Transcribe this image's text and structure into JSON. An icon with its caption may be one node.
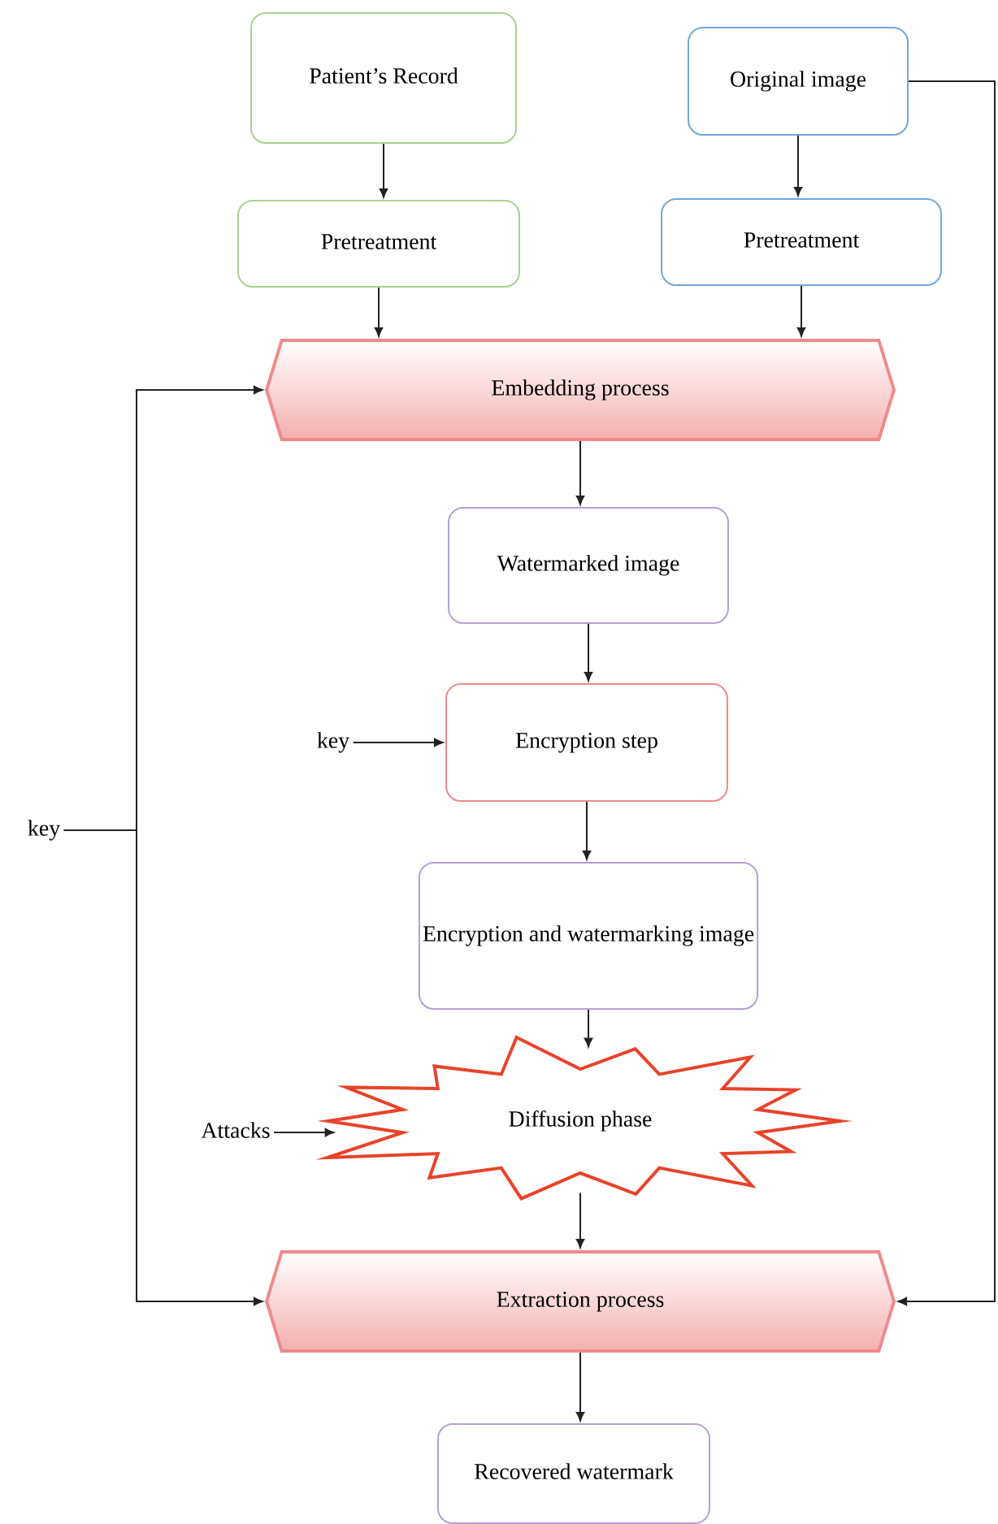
{
  "diagram": {
    "nodes": [
      {
        "text": [
          "Patient’s Record"
        ]
      },
      {
        "text": [
          "Pretreatment"
        ]
      },
      {
        "text": [
          "Original image"
        ]
      },
      {
        "text": [
          "Pretreatment"
        ]
      },
      {
        "text": [
          "Embedding process"
        ]
      },
      {
        "text": [
          "Watermarked image"
        ]
      },
      {
        "text": [
          "key"
        ]
      },
      {
        "text": [
          "Encryption step"
        ]
      },
      {
        "text": [
          "Encryption and watermarking image"
        ]
      },
      {
        "text": [
          "Attacks"
        ]
      },
      {
        "text": [
          "Diffusion phase"
        ]
      },
      {
        "text": [
          "key"
        ]
      },
      {
        "text": [
          "Extraction process"
        ]
      },
      {
        "text": [
          "Recovered watermark"
        ]
      }
    ],
    "edges": [
      {
        "from": 0,
        "to": 1,
        "arrow": "to"
      },
      {
        "from": 2,
        "to": 3,
        "arrow": "to"
      },
      {
        "from": 1,
        "to": 4,
        "arrow": "to"
      },
      {
        "from": 3,
        "to": 4,
        "arrow": "to"
      },
      {
        "from": 4,
        "to": 5,
        "arrow": "to"
      },
      {
        "from": 5,
        "to": 7,
        "arrow": "to"
      },
      {
        "from": 6,
        "to": 7,
        "arrow": "to"
      },
      {
        "from": 7,
        "to": 8,
        "arrow": "to"
      },
      {
        "from": 8,
        "to": 10,
        "arrow": "to"
      },
      {
        "from": 9,
        "to": 10,
        "arrow": "to"
      },
      {
        "from": 10,
        "to": 12,
        "arrow": "to"
      },
      {
        "from": 12,
        "to": 13,
        "arrow": "to"
      },
      {
        "from": 11,
        "to": 4,
        "arrow": "to"
      },
      {
        "from": 11,
        "to": 12,
        "arrow": "to"
      },
      {
        "from": 2,
        "to": 12,
        "arrow": "to"
      }
    ]
  }
}
